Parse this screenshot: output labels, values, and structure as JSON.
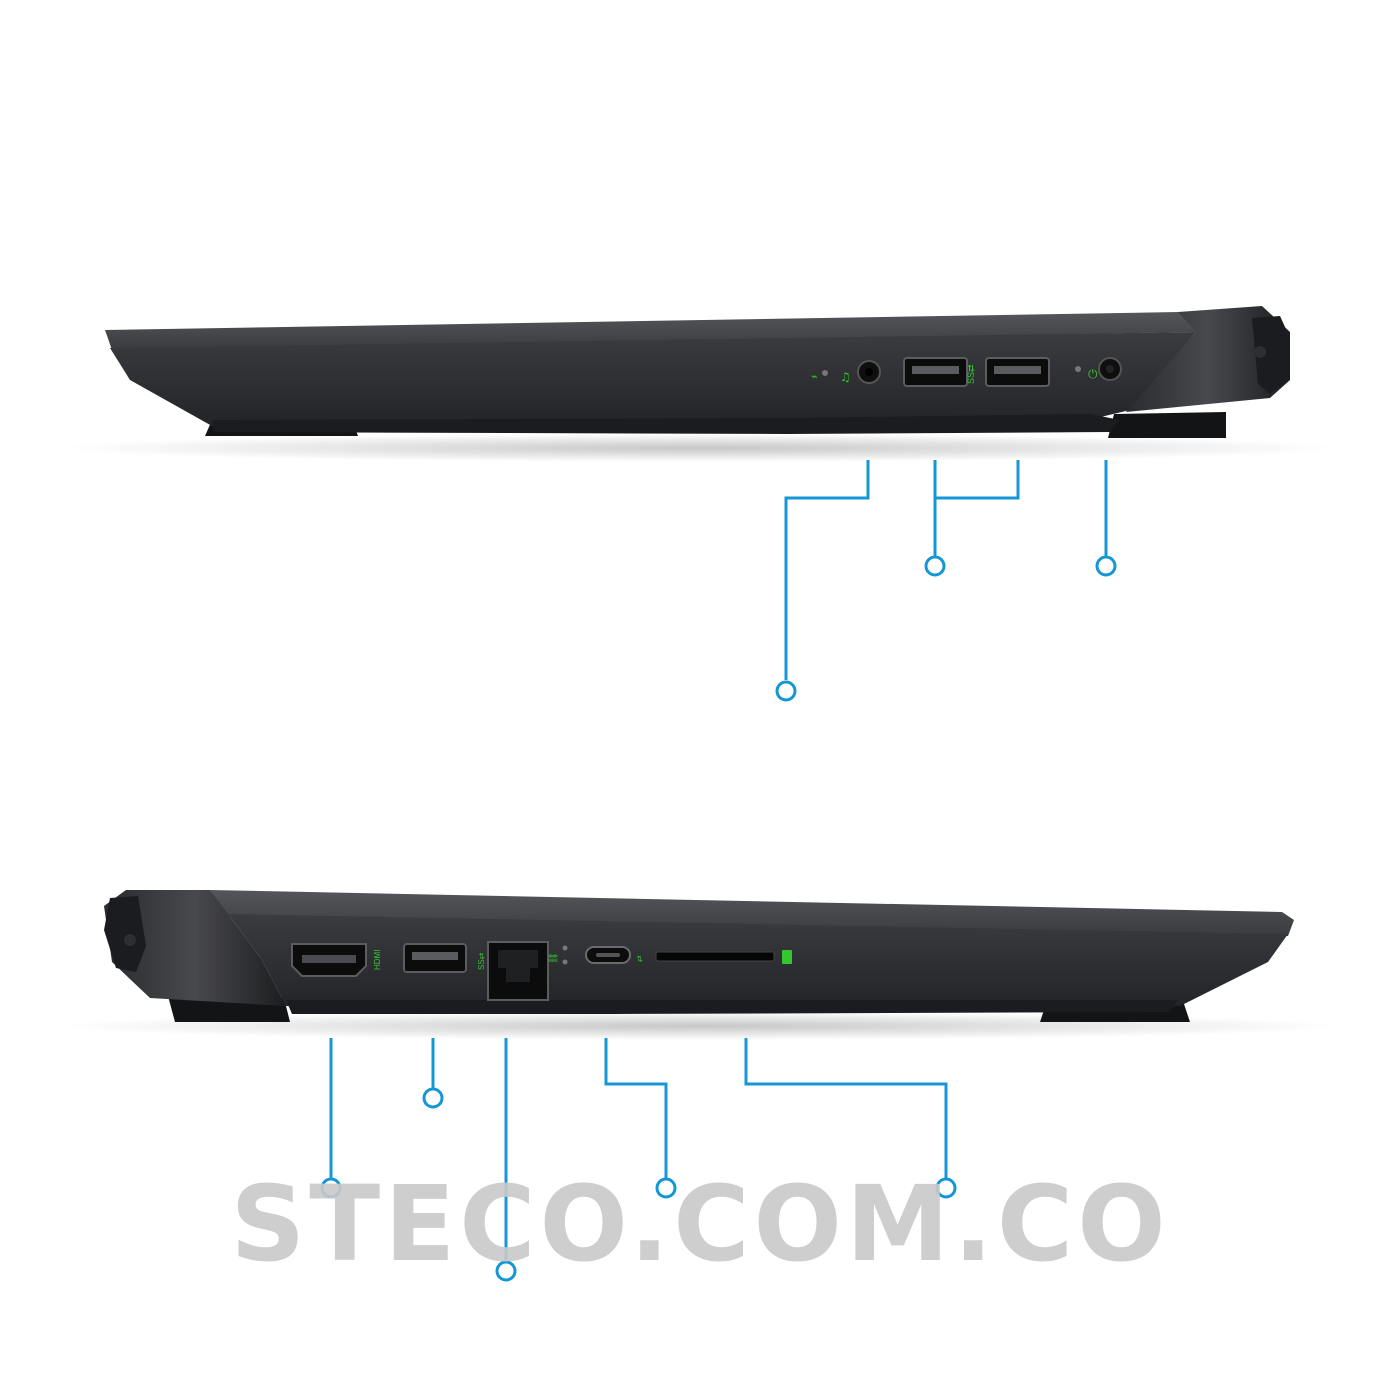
{
  "watermark": {
    "text": "STECO.COM.CO"
  },
  "colors": {
    "chassis_top": "#4a4b4e",
    "chassis_side": "#2c2d30",
    "chassis_dark": "#17181a",
    "port_accent": "#35c72f",
    "callout_line": "#1597d6",
    "background": "#ffffff"
  },
  "views": {
    "right_side": {
      "ports": [
        "audio-jack",
        "usb-a",
        "usb-a",
        "power-jack"
      ]
    },
    "left_side": {
      "ports": [
        "hdmi",
        "usb-a",
        "rj45-ethernet",
        "usb-c",
        "sd-card-reader"
      ]
    }
  }
}
